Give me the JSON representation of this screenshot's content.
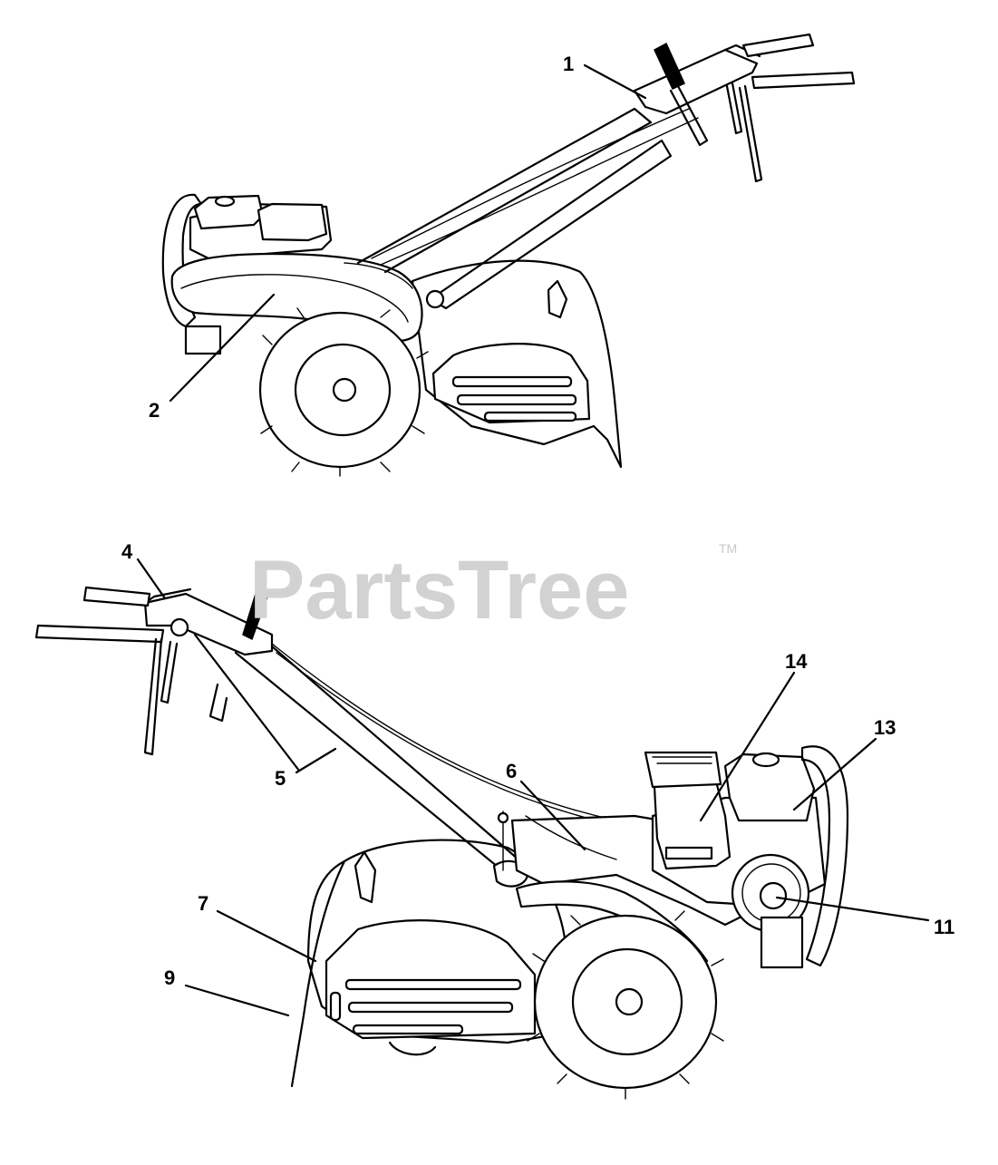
{
  "watermark": {
    "text": "PartsTree",
    "trademark": "TM"
  },
  "callouts": [
    {
      "id": "c1",
      "label": "1"
    },
    {
      "id": "c2",
      "label": "2"
    },
    {
      "id": "c4",
      "label": "4"
    },
    {
      "id": "c5",
      "label": "5"
    },
    {
      "id": "c6",
      "label": "6"
    },
    {
      "id": "c7",
      "label": "7"
    },
    {
      "id": "c9",
      "label": "9"
    },
    {
      "id": "c11",
      "label": "11"
    },
    {
      "id": "c13",
      "label": "13"
    },
    {
      "id": "c14",
      "label": "14"
    }
  ]
}
